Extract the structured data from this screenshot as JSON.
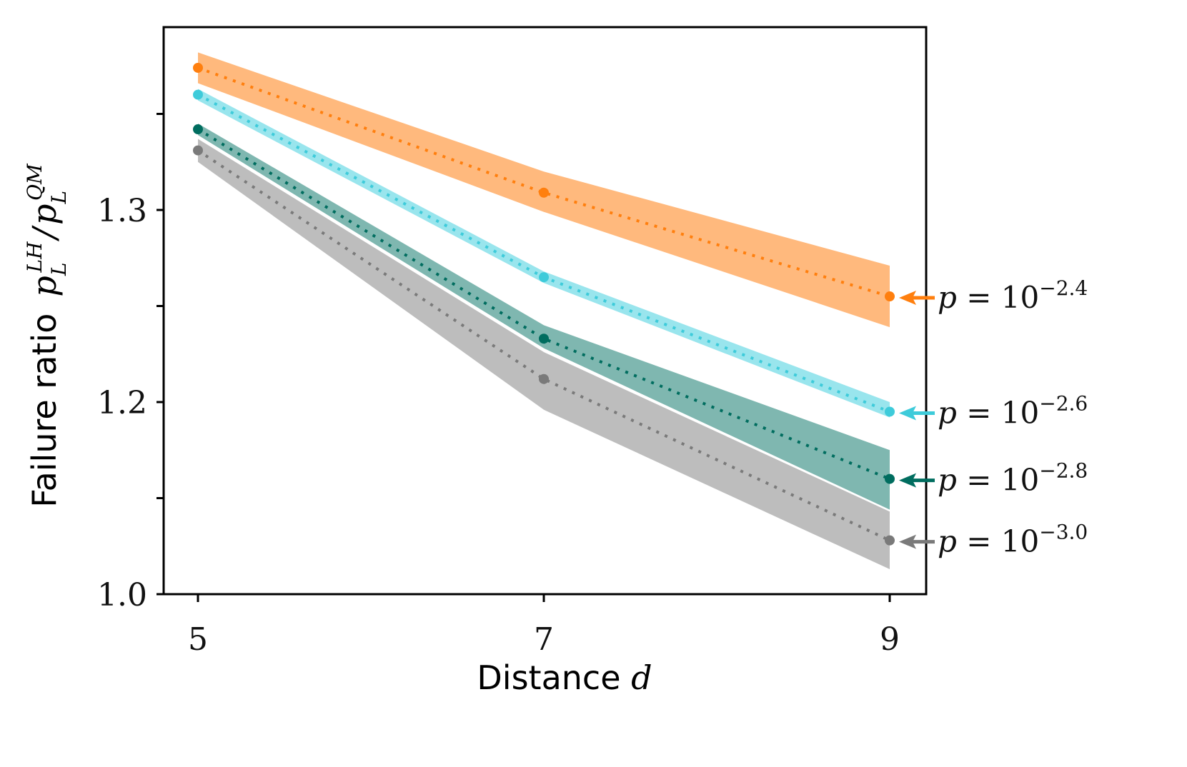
{
  "chart_data": {
    "type": "line",
    "title": "",
    "xlabel": "Distance d",
    "ylabel": "Failure ratio p_L^{LH} / p_L^{QM}",
    "ylabel_text": "Failure ratio",
    "ylabel_math": "p_L^LH / p_L^QM",
    "x": [
      5,
      7,
      9
    ],
    "x_ticks": [
      "5",
      "7",
      "9"
    ],
    "y_ticks": [
      "1.0",
      "1.2",
      "1.3"
    ],
    "y_minor_ticks": [
      1.15,
      1.25,
      1.35
    ],
    "ylim": [
      1.0,
      1.39
    ],
    "xlim": [
      4.8,
      9.2
    ],
    "grid": false,
    "legend": "annotations with arrows at right side",
    "series": [
      {
        "name": "p = 10^-2.4",
        "label": "p = 10",
        "exponent": "−2.4",
        "color": "#ff7f0e",
        "band_color": "#ffb97d",
        "values": [
          1.374,
          1.309,
          1.255
        ],
        "lower": [
          1.366,
          1.299,
          1.239
        ],
        "upper": [
          1.382,
          1.32,
          1.271
        ]
      },
      {
        "name": "p = 10^-2.6",
        "label": "p = 10",
        "exponent": "−2.6",
        "color": "#3ecbda",
        "band_color": "#99e5ed",
        "values": [
          1.36,
          1.265,
          1.195
        ],
        "lower": [
          1.357,
          1.262,
          1.192
        ],
        "upper": [
          1.363,
          1.268,
          1.2
        ]
      },
      {
        "name": "p = 10^-2.8",
        "label": "p = 10",
        "exponent": "−2.8",
        "color": "#006d5f",
        "band_color": "#7fb7b0",
        "values": [
          1.342,
          1.233,
          1.16
        ],
        "lower": [
          1.339,
          1.228,
          1.144
        ],
        "upper": [
          1.345,
          1.24,
          1.175
        ]
      },
      {
        "name": "p = 10^-3.0",
        "label": "p = 10",
        "exponent": "−3.0",
        "color": "#7a7a7a",
        "band_color": "#bdbdbd",
        "values": [
          1.331,
          1.212,
          1.128
        ],
        "lower": [
          1.325,
          1.196,
          1.113
        ],
        "upper": [
          1.337,
          1.226,
          1.143
        ]
      }
    ]
  }
}
